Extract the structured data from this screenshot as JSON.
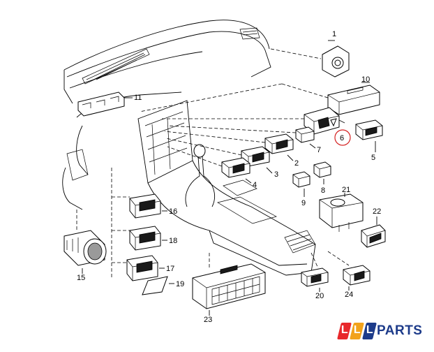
{
  "diagram": {
    "part_numbers": [
      "1",
      "10",
      "11",
      "6",
      "7",
      "2",
      "3",
      "4",
      "5",
      "8",
      "9",
      "21",
      "22",
      "16",
      "18",
      "17",
      "15",
      "19",
      "20",
      "24",
      "23"
    ],
    "highlighted_part": "6",
    "highlight_color": "#d42020"
  },
  "brand": {
    "letters": [
      "L",
      "L",
      "L"
    ],
    "word": "PARTS",
    "colors": [
      "#e8282b",
      "#f2a21b",
      "#1d3b8a"
    ],
    "word_color": "#1d3b8a"
  }
}
